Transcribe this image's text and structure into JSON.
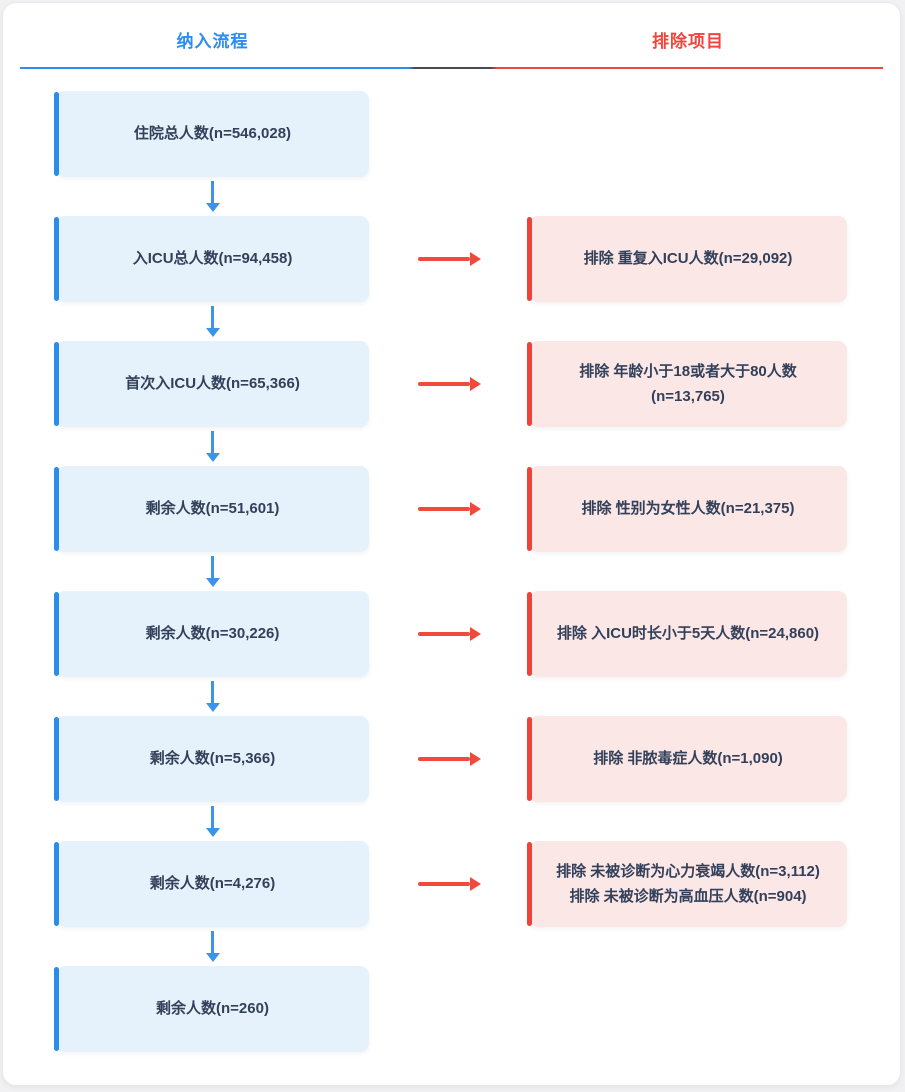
{
  "header": {
    "inclusion_title": "纳入流程",
    "exclusion_title": "排除项目"
  },
  "colors": {
    "inclusion_accent": "#2d8cf0",
    "inclusion_box_bg": "#e5f2fc",
    "exclusion_accent": "#f0453a",
    "exclusion_box_bg": "#fbe7e6",
    "text": "#33405a"
  },
  "rows": [
    {
      "left": "住院总人数(n=546,028)",
      "right": null
    },
    {
      "left": "入ICU总人数(n=94,458)",
      "right": [
        "排除 重复入ICU人数(n=29,092)"
      ]
    },
    {
      "left": "首次入ICU人数(n=65,366)",
      "right": [
        "排除 年龄小于18或者大于80人数(n=13,765)"
      ]
    },
    {
      "left": "剩余人数(n=51,601)",
      "right": [
        "排除 性别为女性人数(n=21,375)"
      ]
    },
    {
      "left": "剩余人数(n=30,226)",
      "right": [
        "排除 入ICU时长小于5天人数(n=24,860)"
      ]
    },
    {
      "left": "剩余人数(n=5,366)",
      "right": [
        "排除 非脓毒症人数(n=1,090)"
      ]
    },
    {
      "left": "剩余人数(n=4,276)",
      "right": [
        "排除 未被诊断为心力衰竭人数(n=3,112)",
        "排除 未被诊断为高血压人数(n=904)"
      ]
    },
    {
      "left": "剩余人数(n=260)",
      "right": null
    }
  ]
}
